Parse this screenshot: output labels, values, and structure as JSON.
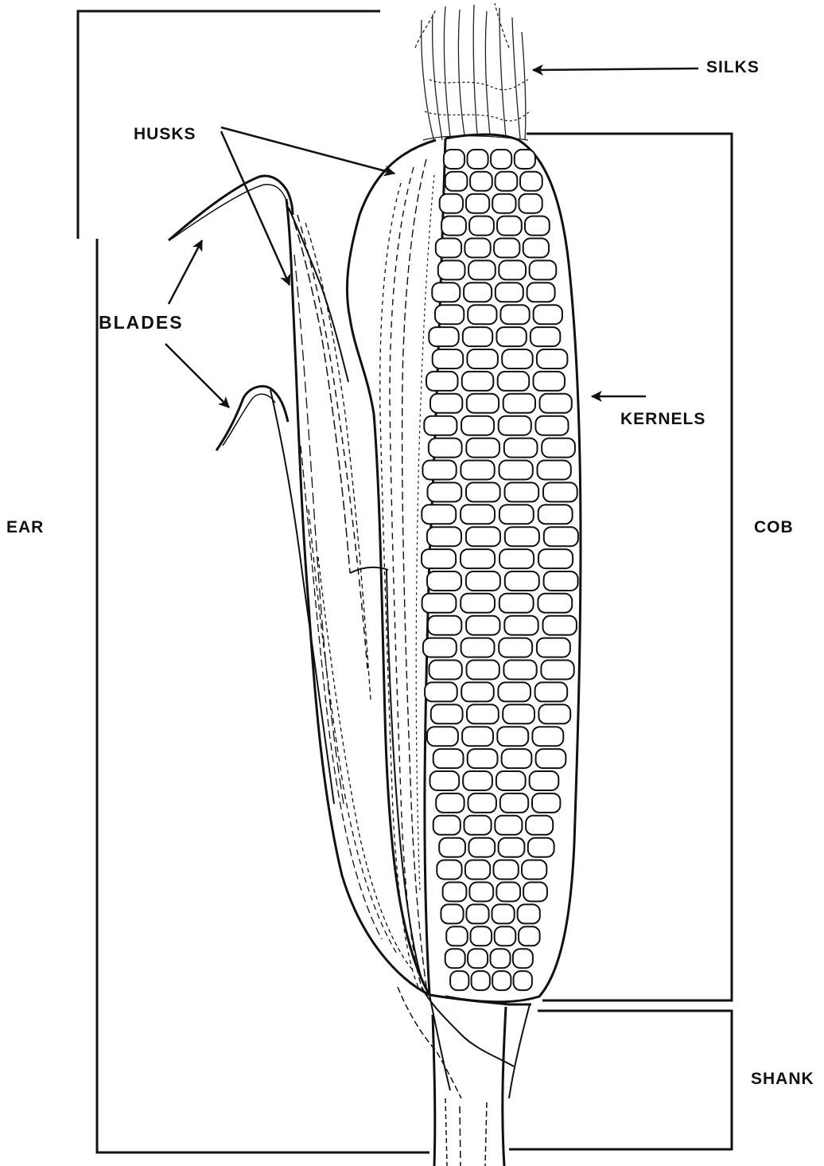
{
  "diagram": {
    "labels": {
      "silks": "SILKS",
      "husks": "HUSKS",
      "blades": "BLADES",
      "kernels": "KERNELS",
      "ear": "EAR",
      "cob": "COB",
      "shank": "SHANK"
    },
    "colors": {
      "ink": "#111111",
      "paper": "#ffffff"
    },
    "kernel_grid": {
      "rows": 38,
      "columns": 4
    }
  }
}
